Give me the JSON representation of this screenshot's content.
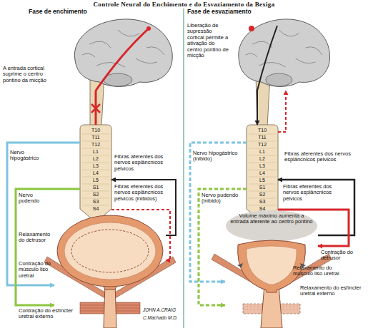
{
  "diagram": {
    "title": "Controle Neural do Enchimento e do Esvaziamento da Bexiga",
    "nodes": [
      {
        "text": [
          "A entrada cortical suprime o centro pontino da micção"
        ]
      },
      {
        "text": [
          "T10",
          "T11",
          "T12",
          "L1",
          "L2",
          "L3",
          "L4",
          "L5",
          "S1",
          "S2",
          "S3",
          "S4"
        ]
      },
      {
        "text": [
          "Relaxamento do detrusor"
        ]
      },
      {
        "text": [
          "Liberação de supressão cortical permite a ativação do centro pontino de micção"
        ]
      },
      {
        "text": [
          "T10",
          "T11",
          "T12",
          "L1",
          "L2",
          "L3",
          "L4",
          "L5",
          "S1",
          "S2",
          "S3",
          "S4"
        ]
      },
      {
        "text": [
          "Volume máximo aumenta a entrada aferente ao centro pontino"
        ]
      }
    ],
    "edges": [
      {
        "from": 0,
        "to": 1,
        "arrow": "none"
      },
      {
        "from": 1,
        "to": 2,
        "label": "Nervo hipogástrico",
        "arrow": "to"
      },
      {
        "from": 2,
        "to": 1,
        "label": "Fibras aferentes dos nervos esplâncnicos pélvicos",
        "arrow": "to"
      },
      {
        "from": 1,
        "to": 2,
        "label": "Nervo pudendo",
        "arrow": "to"
      },
      {
        "from": 1,
        "to": 2,
        "label": "Fibras eferentes dos nervos esplâncnicos pélvicos (inibidos)",
        "arrow": "to"
      },
      {
        "from": 3,
        "to": 4,
        "arrow": "to"
      },
      {
        "from": 4,
        "to": 3,
        "arrow": "to"
      },
      {
        "from": 4,
        "to": 5,
        "label": "Nervo hipogástrico (inibido)",
        "arrow": "to"
      },
      {
        "from": 5,
        "to": 4,
        "label": "Fibras aferentes dos nervos esplâncnicos pélvicos",
        "arrow": "to"
      },
      {
        "from": 4,
        "to": 5,
        "label": "Nervo pudendo (inibido)",
        "arrow": "to"
      },
      {
        "from": 4,
        "to": 5,
        "label": "Fibras eferentes dos nervos esplâncnicos pélvicos",
        "arrow": "to"
      }
    ],
    "labels": [
      "Fase de enchimento",
      "Fase de esvaziamento",
      "Contração do músculo liso uretral",
      "Contração do esfíncter uretral externo",
      "JOHN A.CRAIG",
      "C.Machado M.D.",
      "Contração do detrusor",
      "Relaxamento do músculo liso uretral",
      "Relaxamento do esfíncter uretral externo"
    ]
  }
}
